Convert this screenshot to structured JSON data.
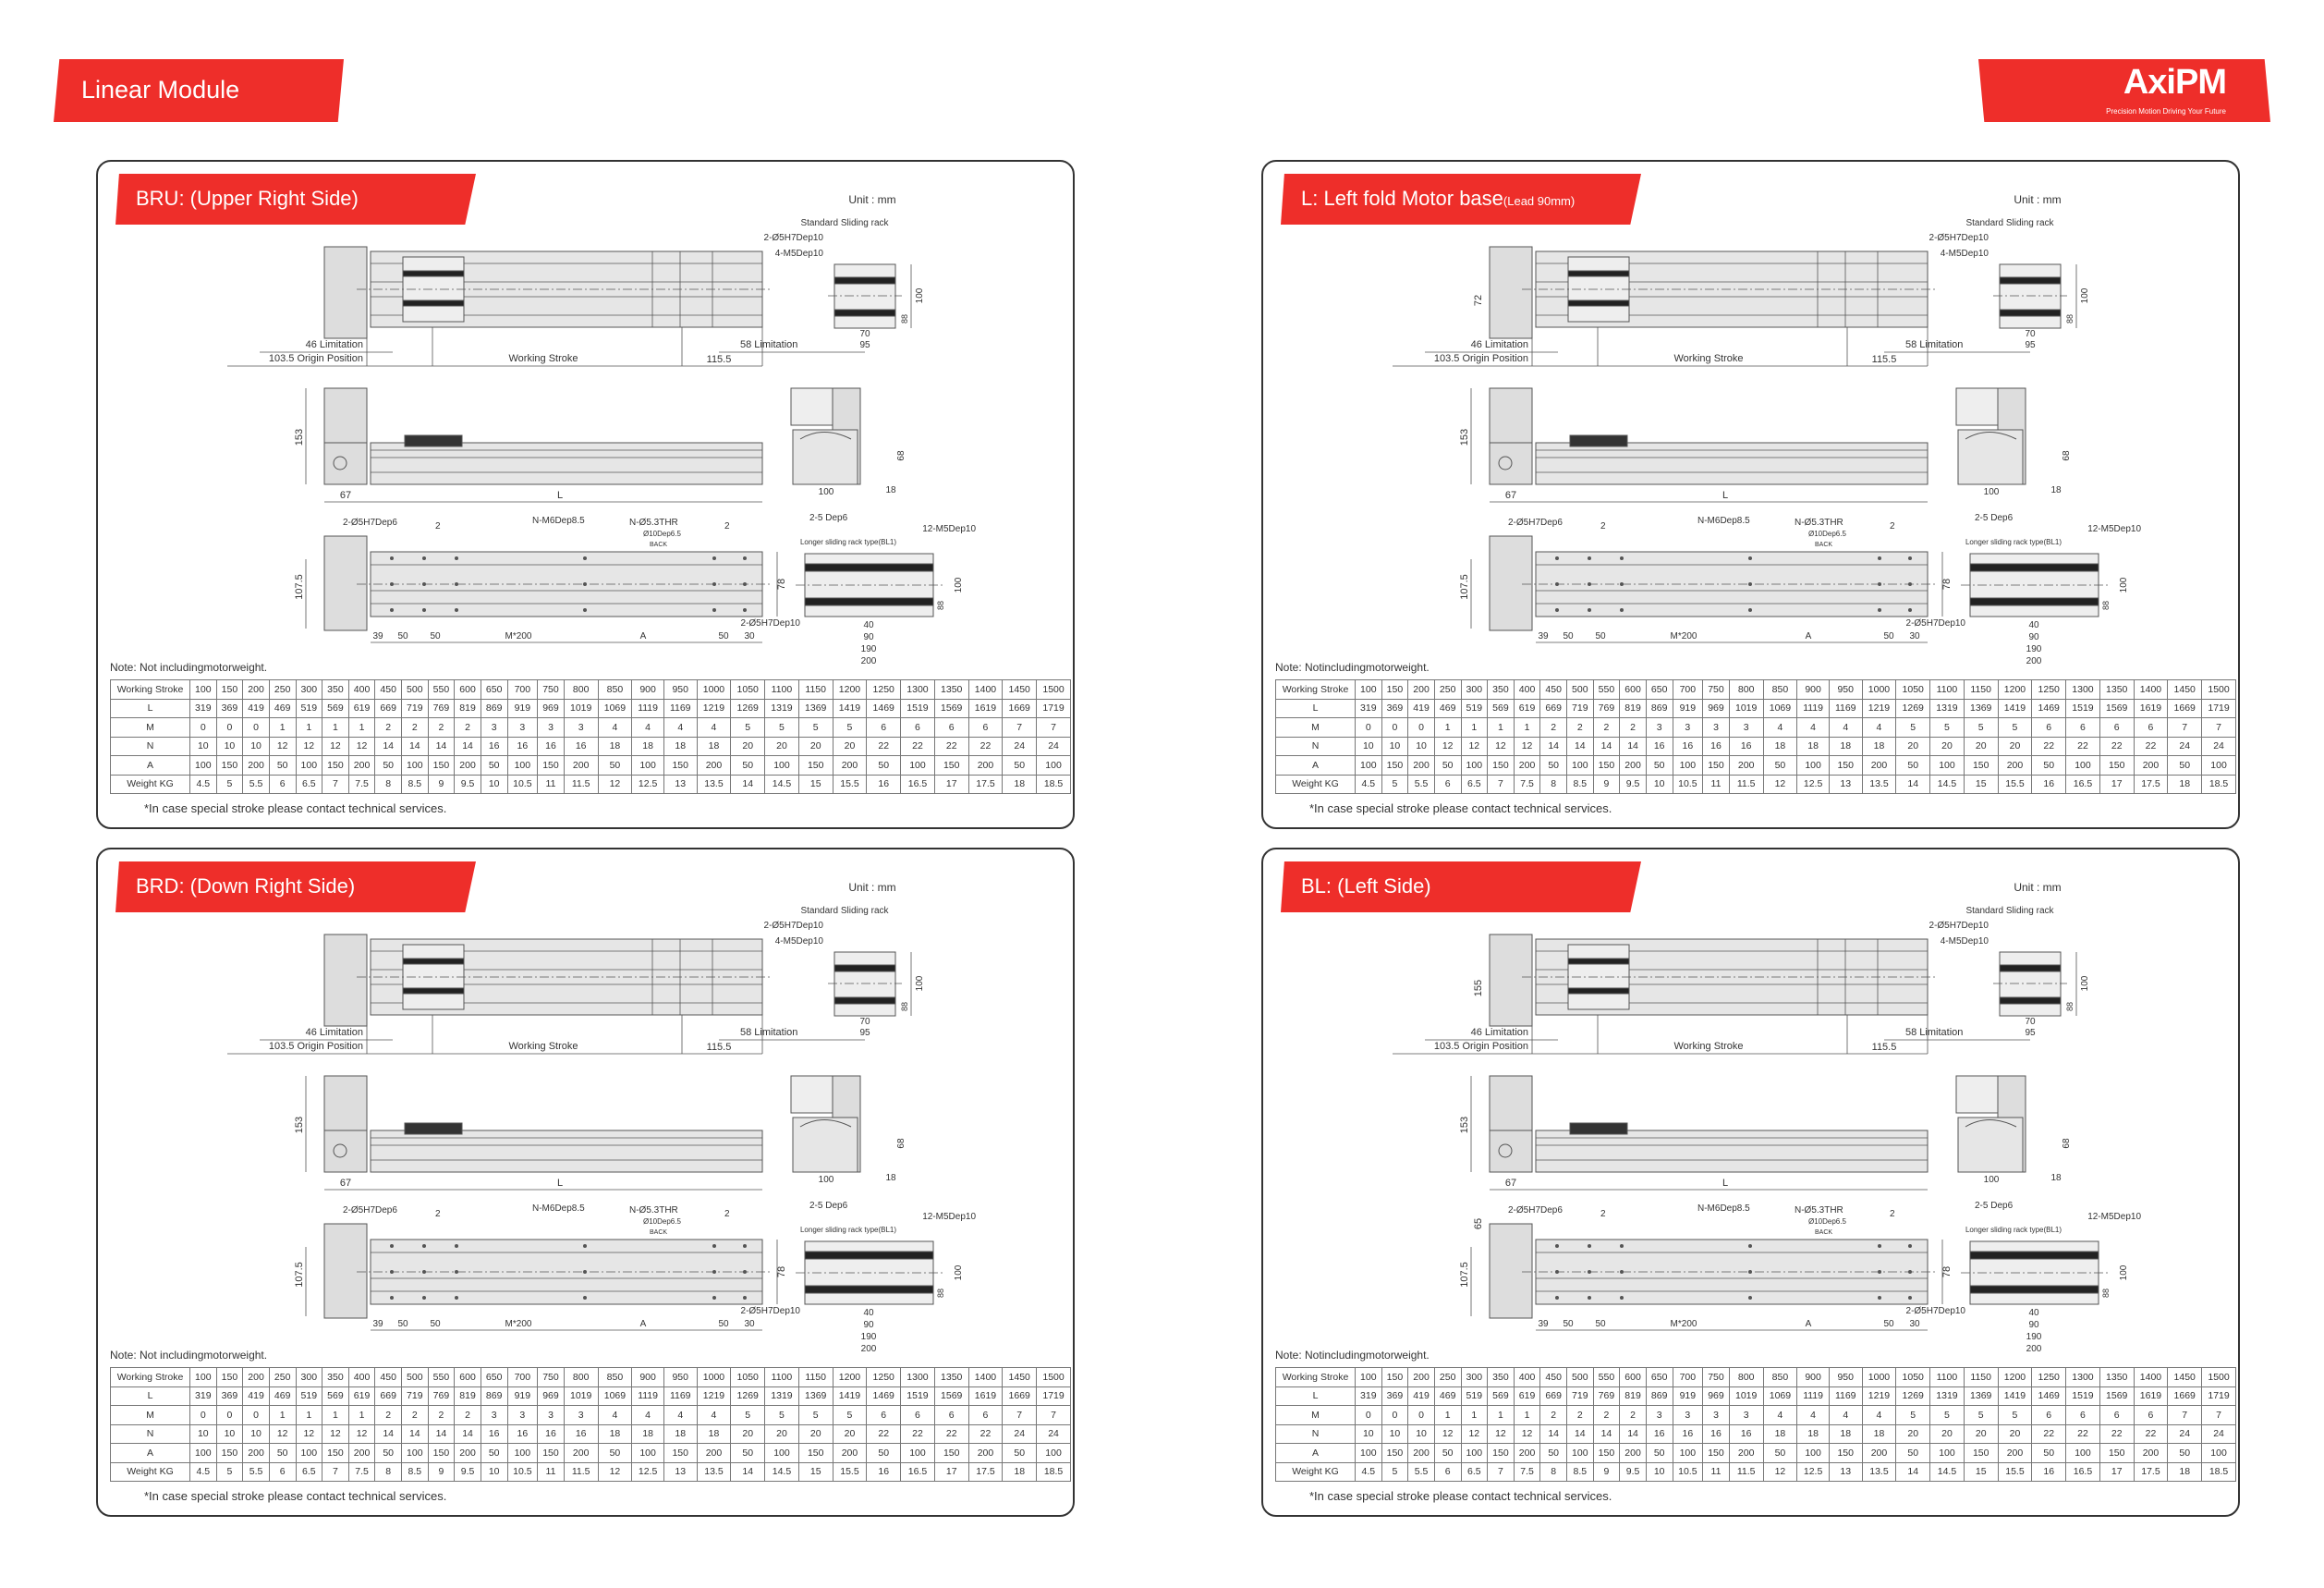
{
  "header": {
    "title": "Linear Module",
    "logo": "AxiPM",
    "tagline": "Precision Motion Driving Your Future"
  },
  "drawing": {
    "unit": "Unit : mm",
    "std_rack": "Standard Sliding rack",
    "h10": "2-Ø5H7Dep10",
    "m5": "4-M5Dep10",
    "lim46": "46  Limitation",
    "origin": "103.5 Origin Position",
    "stroke": "Working Stroke",
    "d115": "115.5",
    "lim58": "58  Limitation",
    "d100": "100",
    "d88": "88",
    "d70": "70",
    "d95": "95",
    "d153": "153",
    "d67": "67",
    "L": "L",
    "d68": "68",
    "d18": "18",
    "h6": "2-Ø5H7Dep6",
    "m6": "N-M6Dep8.5",
    "thr": "N-Ø5.3THR",
    "cb": "Ø10Dep6.5",
    "back": "BACK",
    "d2": "2",
    "slot": "2-5 Dep6",
    "long_rack": "Longer sliding rack type(BL1)",
    "m5_12": "12-M5Dep10",
    "d107": "107.5",
    "d78": "78",
    "d39": "39",
    "d50": "50",
    "m200": "M*200",
    "A": "A",
    "d30": "30",
    "d40": "40",
    "d90": "90",
    "d190": "190",
    "d200": "200"
  },
  "panels": [
    {
      "title": "BRU: (Upper Right Side)",
      "sub": "",
      "note": "Note: Not includingmotorweight.",
      "extra": []
    },
    {
      "title": "L: Left fold Motor base",
      "sub": "(Lead 90mm)",
      "note": "Note: Notincludingmotorweight.",
      "extra": [
        "72"
      ]
    },
    {
      "title": "BRD: (Down Right Side)",
      "sub": "",
      "note": "Note: Not includingmotorweight.",
      "extra": []
    },
    {
      "title": "BL: (Left Side)",
      "sub": "",
      "note": "Note: Notincludingmotorweight.",
      "extra": [
        "155",
        "65"
      ]
    }
  ],
  "footnote": "*In case special stroke please contact technical services.",
  "table": {
    "rows": [
      {
        "label": "Working Stroke",
        "values": [
          "100",
          "150",
          "200",
          "250",
          "300",
          "350",
          "400",
          "450",
          "500",
          "550",
          "600",
          "650",
          "700",
          "750",
          "800",
          "850",
          "900",
          "950",
          "1000",
          "1050",
          "1100",
          "1150",
          "1200",
          "1250",
          "1300",
          "1350",
          "1400",
          "1450",
          "1500"
        ]
      },
      {
        "label": "L",
        "values": [
          "319",
          "369",
          "419",
          "469",
          "519",
          "569",
          "619",
          "669",
          "719",
          "769",
          "819",
          "869",
          "919",
          "969",
          "1019",
          "1069",
          "1119",
          "1169",
          "1219",
          "1269",
          "1319",
          "1369",
          "1419",
          "1469",
          "1519",
          "1569",
          "1619",
          "1669",
          "1719"
        ]
      },
      {
        "label": "M",
        "values": [
          "0",
          "0",
          "0",
          "1",
          "1",
          "1",
          "1",
          "2",
          "2",
          "2",
          "2",
          "3",
          "3",
          "3",
          "3",
          "4",
          "4",
          "4",
          "4",
          "5",
          "5",
          "5",
          "5",
          "6",
          "6",
          "6",
          "6",
          "7",
          "7"
        ]
      },
      {
        "label": "N",
        "values": [
          "10",
          "10",
          "10",
          "12",
          "12",
          "12",
          "12",
          "14",
          "14",
          "14",
          "14",
          "16",
          "16",
          "16",
          "16",
          "18",
          "18",
          "18",
          "18",
          "20",
          "20",
          "20",
          "20",
          "22",
          "22",
          "22",
          "22",
          "24",
          "24"
        ]
      },
      {
        "label": "A",
        "values": [
          "100",
          "150",
          "200",
          "50",
          "100",
          "150",
          "200",
          "50",
          "100",
          "150",
          "200",
          "50",
          "100",
          "150",
          "200",
          "50",
          "100",
          "150",
          "200",
          "50",
          "100",
          "150",
          "200",
          "50",
          "100",
          "150",
          "200",
          "50",
          "100"
        ]
      },
      {
        "label": "Weight KG",
        "values": [
          "4.5",
          "5",
          "5.5",
          "6",
          "6.5",
          "7",
          "7.5",
          "8",
          "8.5",
          "9",
          "9.5",
          "10",
          "10.5",
          "11",
          "11.5",
          "12",
          "12.5",
          "13",
          "13.5",
          "14",
          "14.5",
          "15",
          "15.5",
          "16",
          "16.5",
          "17",
          "17.5",
          "18",
          "18.5"
        ]
      }
    ]
  },
  "colors": {
    "accent": "#ee2e2a"
  }
}
